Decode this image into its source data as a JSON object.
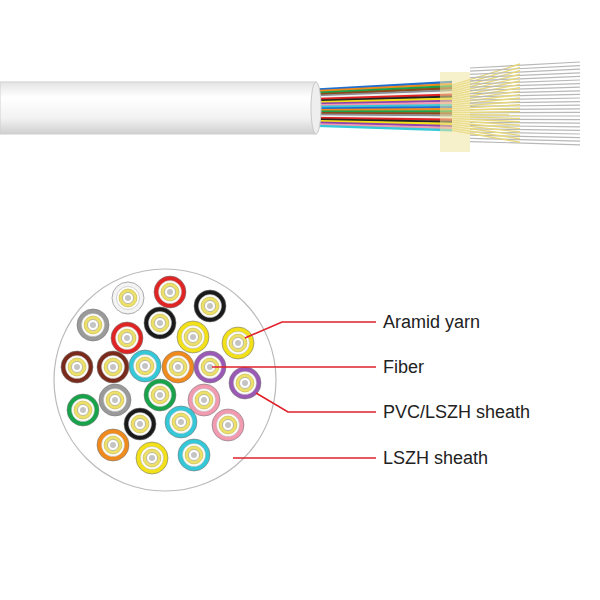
{
  "diagram": {
    "labels": [
      "Aramid yarn",
      "Fiber",
      "PVC/LSZH sheath",
      "LSZH sheath"
    ]
  }
}
